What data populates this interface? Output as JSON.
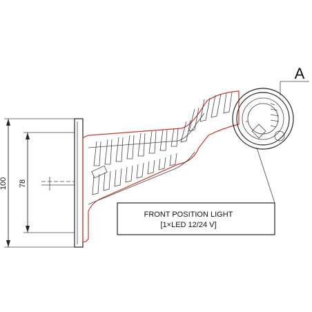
{
  "dimensions": {
    "overall_height": "100",
    "mount_height": "78"
  },
  "callout": {
    "letter": "A"
  },
  "label_box": {
    "line1": "FRONT POSITION LIGHT",
    "line2": "[1×LED 12/24 V]"
  },
  "colors": {
    "line": "#222222",
    "amber_body": "#c0392b",
    "background": "#ffffff"
  }
}
